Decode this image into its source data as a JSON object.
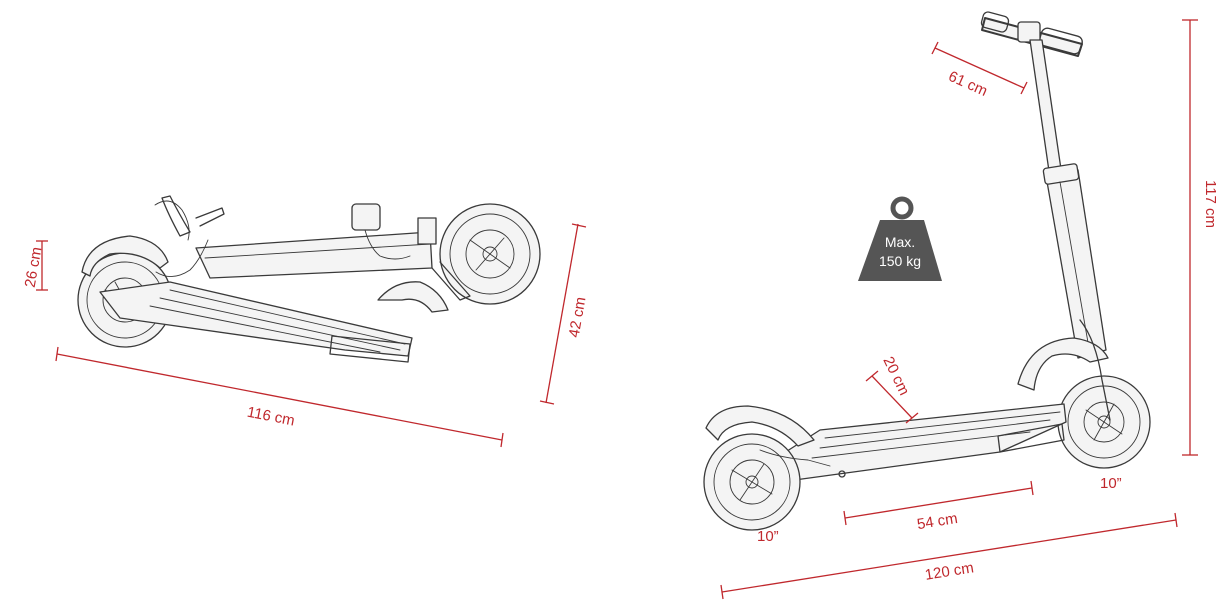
{
  "colors": {
    "dimension": "#c0282d",
    "sketch": "#3a3a3a",
    "weight_icon": "#555555",
    "background": "#ffffff"
  },
  "folded": {
    "height_handlebar": "26 cm",
    "height_total": "42 cm",
    "length": "116 cm"
  },
  "unfolded": {
    "handlebar_width": "61 cm",
    "height": "117 cm",
    "deck_width": "20 cm",
    "deck_length": "54 cm",
    "length": "120 cm",
    "wheel_front": "10”",
    "wheel_rear": "10”"
  },
  "weight": {
    "line1": "Max.",
    "line2": "150 kg",
    "icon": "weight-icon"
  }
}
